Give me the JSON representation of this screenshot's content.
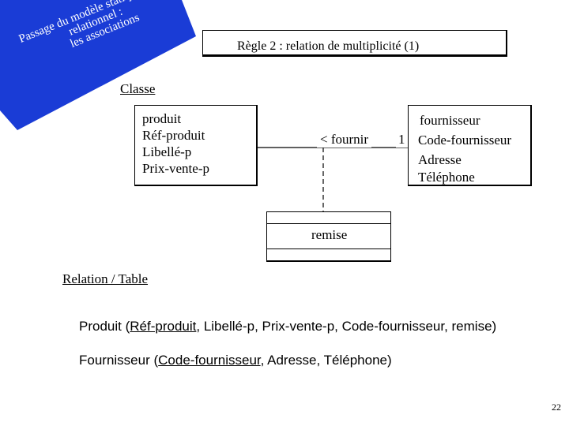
{
  "banner": {
    "lines": [
      "Passage du modèle statique UML au",
      "relationnel :",
      "les associations"
    ],
    "color": "#1a3cd6"
  },
  "title": "Règle 2 : relation de multiplicité (1)",
  "class_section_label": "Classe",
  "classes": {
    "produit": {
      "name": "produit",
      "attributes": [
        "Réf-produit",
        "Libellé-p",
        "Prix-vente-p"
      ]
    },
    "fournisseur": {
      "name": "fournisseur",
      "attributes": [
        "Code-fournisseur",
        "Adresse",
        "Téléphone"
      ]
    }
  },
  "association": {
    "label": "< fournir",
    "multiplicity": "1",
    "class_name": "remise"
  },
  "relation_section_label": "Relation / Table",
  "relations": [
    {
      "name": "Produit",
      "open": " (",
      "key": "Réf-produit",
      "rest": ", Libellé-p, Prix-vente-p, Code-fournisseur, remise)"
    },
    {
      "name": "Fournisseur",
      "open": " (",
      "key": "Code-fournisseur",
      "rest": ", Adresse, Téléphone)"
    }
  ],
  "page_number": "22"
}
